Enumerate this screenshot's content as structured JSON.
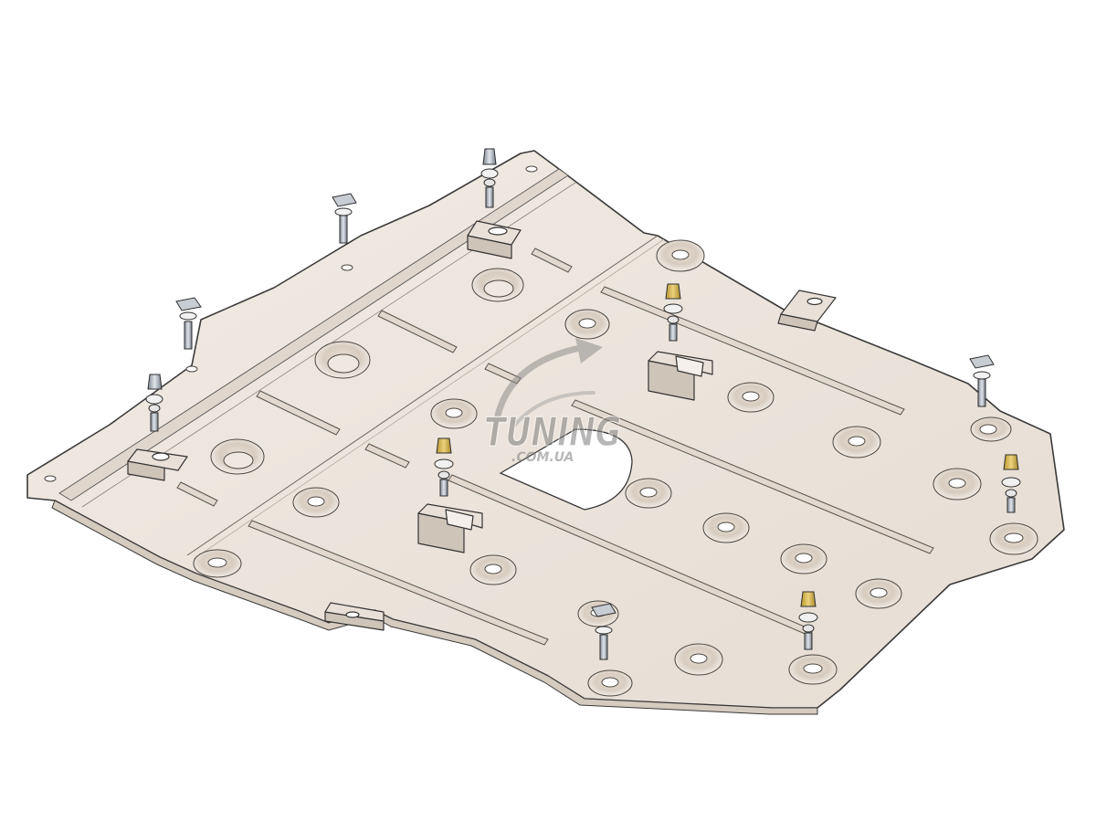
{
  "watermark": {
    "brand": "TUNING",
    "domain": ".COM.UA"
  },
  "colors": {
    "background": "#ffffff",
    "plate": "#ede5dd",
    "plate_shade": "#d9cfc4",
    "plate_outline": "#3a3a3a",
    "slot_fill": "#ded3c8",
    "hole_ring": "#f7f3ef",
    "bolt_steel": "#9aa3ad",
    "nut_brass": "#d4b35a",
    "watermark": "#8e8e8e"
  },
  "parts": {
    "plate": "skid-plate",
    "bolts": "mounting-bolt-icon",
    "cage_nuts": "cage-nut-icon",
    "brass_nuts": "brass-nut-icon",
    "brackets": "mounting-bracket-icon"
  }
}
